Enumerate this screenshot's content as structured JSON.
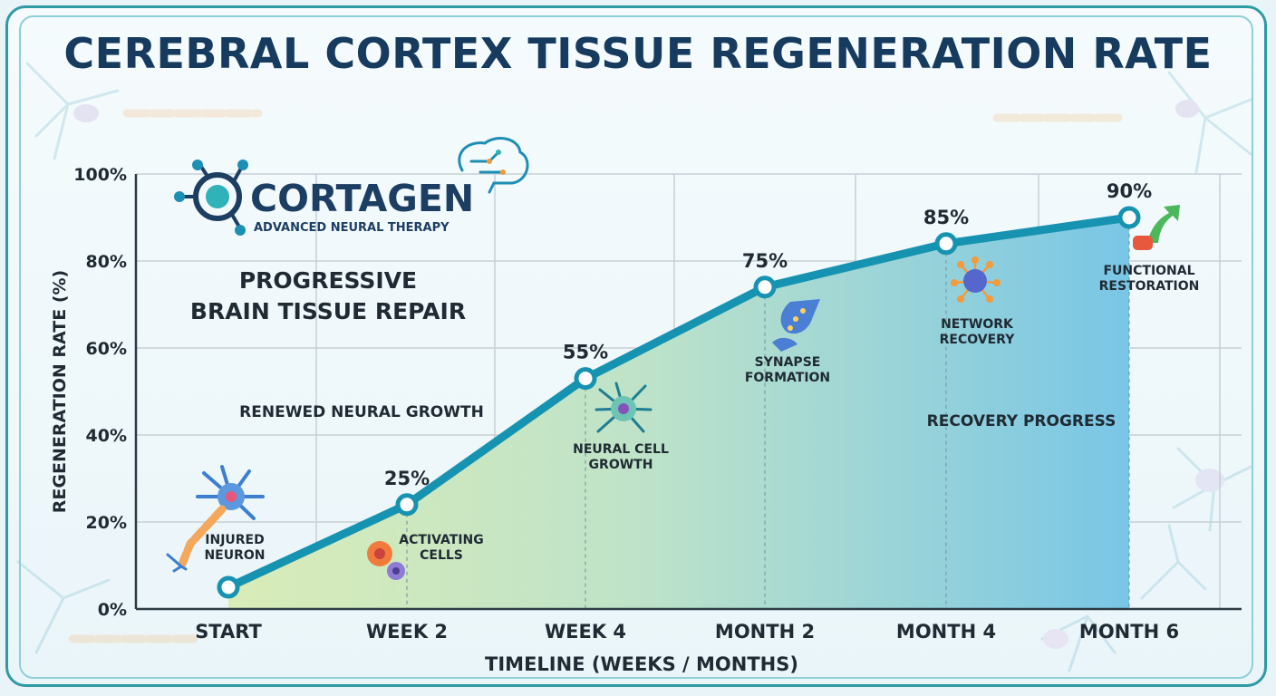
{
  "title": "CEREBRAL CORTEX TISSUE REGENERATION RATE",
  "brand": {
    "name": "CORTAGEN",
    "tagline": "ADVANCED NEURAL THERAPY"
  },
  "panel_heading": [
    "PROGRESSIVE",
    "BRAIN TISSUE REPAIR"
  ],
  "notes": {
    "growth": "RENEWED NEURAL GROWTH",
    "progress": "RECOVERY PROGRESS"
  },
  "colors": {
    "line": "#1693b0",
    "title": "#163b5e",
    "area_start": "#d9ecb8",
    "area_end": "#79c6e6",
    "grid": "#c5d0d6"
  },
  "chart_data": {
    "type": "line",
    "categories": [
      "START",
      "WEEK 2",
      "WEEK 4",
      "MONTH 2",
      "MONTH 4",
      "MONTH 6"
    ],
    "values": [
      5,
      24,
      53,
      74,
      84,
      90
    ],
    "point_labels": [
      "",
      "25%",
      "55%",
      "75%",
      "85%",
      "90%"
    ],
    "xlabel": "TIMELINE (WEEKS / MONTHS)",
    "ylabel": "REGENERATION RATE (%)",
    "ylim": [
      0,
      100
    ],
    "yticks": [
      "0%",
      "20%",
      "40%",
      "60%",
      "80%",
      "100%"
    ],
    "ytick_values": [
      0,
      20,
      40,
      60,
      80,
      100
    ],
    "grid": true,
    "stages": [
      {
        "label": [
          "INJURED",
          "NEURON"
        ],
        "icon": "neuron-icon"
      },
      {
        "label": [
          "ACTIVATING",
          "CELLS"
        ],
        "icon": "cells-icon"
      },
      {
        "label": [
          "NEURAL CELL",
          "GROWTH"
        ],
        "icon": "neural-cell-icon"
      },
      {
        "label": [
          "SYNAPSE",
          "FORMATION"
        ],
        "icon": "synapse-icon"
      },
      {
        "label": [
          "NETWORK",
          "RECOVERY"
        ],
        "icon": "network-icon"
      },
      {
        "label": [
          "FUNCTIONAL",
          "RESTORATION"
        ],
        "icon": "restoration-arrow-icon"
      }
    ]
  }
}
